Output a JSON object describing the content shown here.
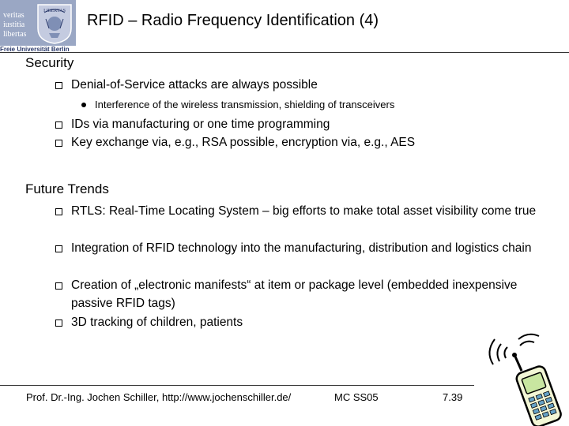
{
  "logo": {
    "words": [
      "veritas",
      "iustitia",
      "libertas"
    ],
    "seal_text": "LIBERTAS",
    "university": "Freie Universität Berlin"
  },
  "title": "RFID – Radio Frequency Identification (4)",
  "security": {
    "heading": "Security",
    "items": [
      "Denial-of-Service attacks are always possible",
      "IDs via manufacturing or one time programming",
      "Key exchange via, e.g., RSA possible, encryption via, e.g., AES"
    ],
    "subitem": "Interference of the wireless transmission, shielding of transceivers"
  },
  "trends": {
    "heading": "Future Trends",
    "items": [
      "RTLS: Real-Time Locating System – big efforts to make total asset visibility come true",
      "Integration of RFID technology into the manufacturing, distribution and logistics chain",
      "Creation of „electronic manifests“ at item or package level (embedded inexpensive passive RFID tags)",
      "3D tracking of children, patients"
    ]
  },
  "footer": {
    "author": "Prof. Dr.-Ing. Jochen Schiller, http://www.jochenschiller.de/",
    "course": "MC SS05",
    "page": "7.39"
  },
  "icons": {
    "logo": "university-seal-logo",
    "phone": "mobile-phone-icon",
    "bullet": "hollow-square-bullet"
  }
}
